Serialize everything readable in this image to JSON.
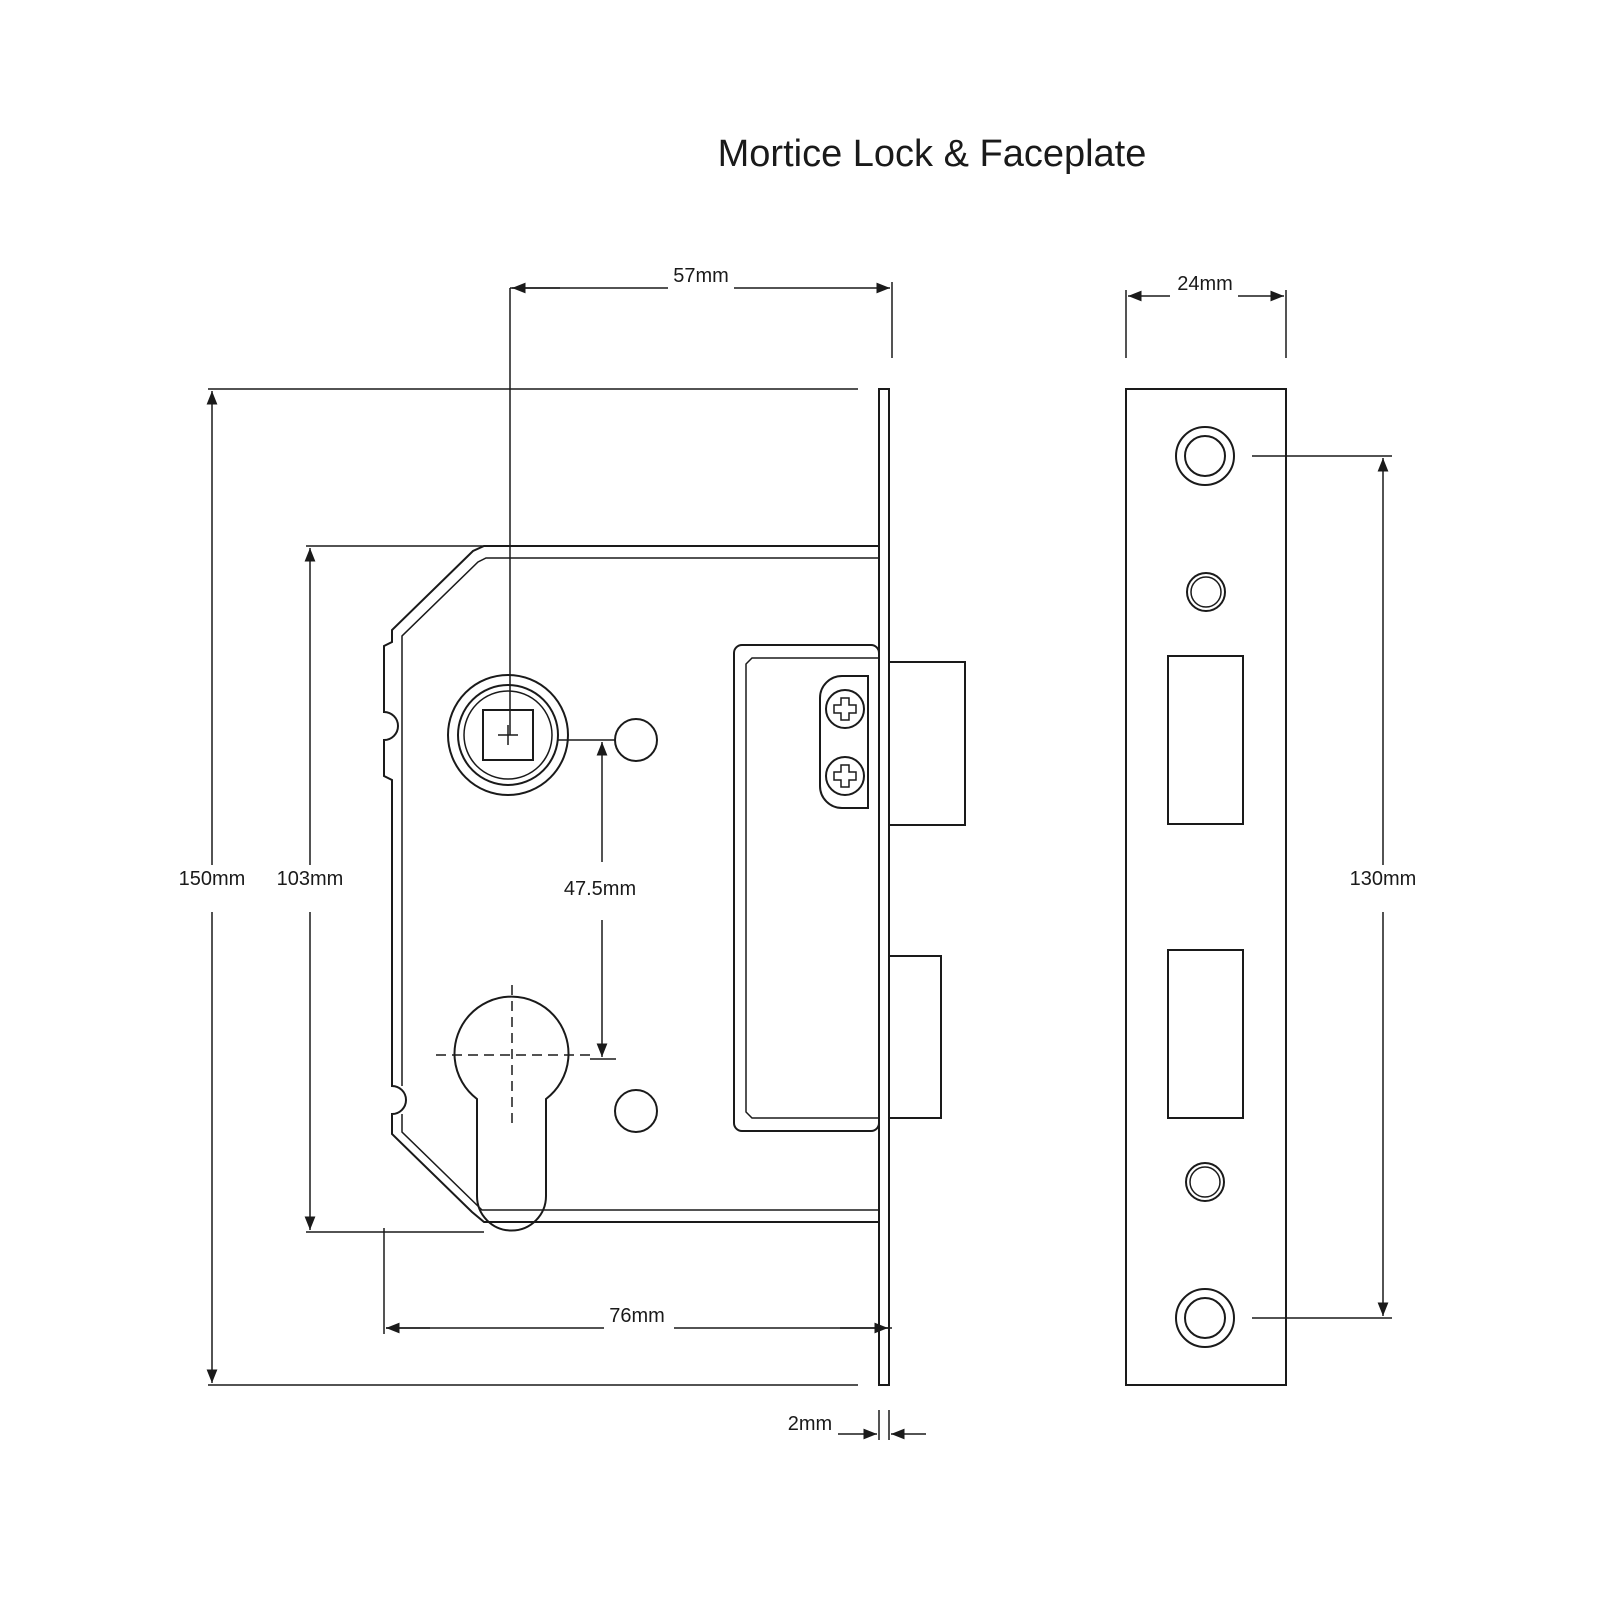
{
  "title": "Mortice Lock & Faceplate",
  "dimensions": {
    "backset": "57mm",
    "faceplate_width": "24mm",
    "overall_height": "150mm",
    "case_height": "103mm",
    "centres": "47.5mm",
    "fixing_centres": "130mm",
    "case_depth": "76mm",
    "faceplate_thickness": "2mm"
  },
  "colors": {
    "line": "#1a1a1a",
    "background": "#ffffff"
  }
}
